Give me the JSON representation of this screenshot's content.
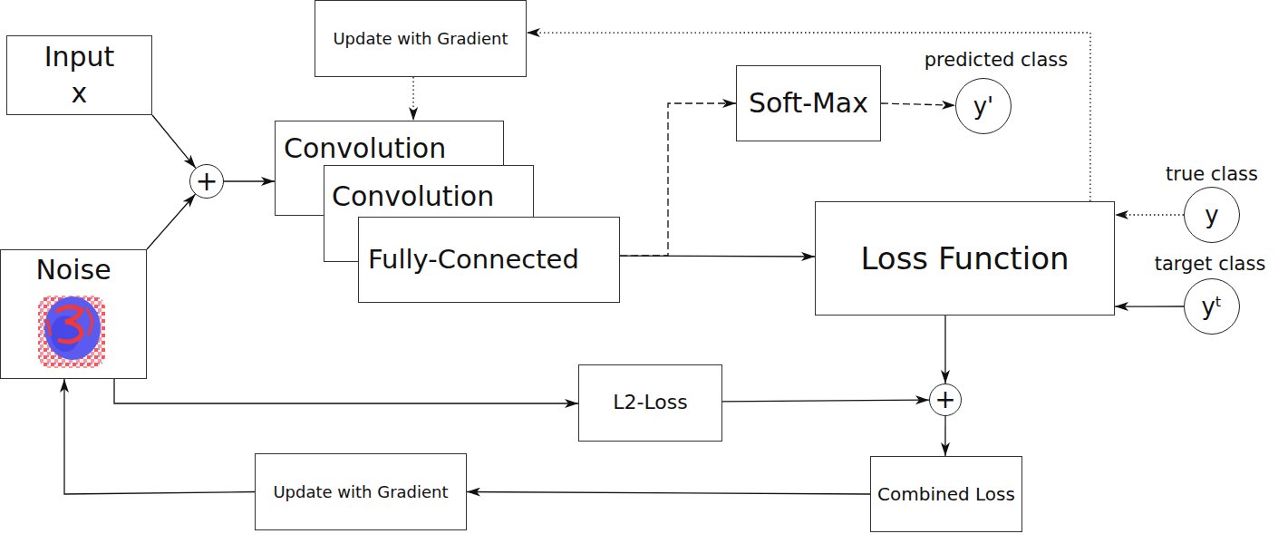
{
  "diagram": {
    "nodes": [
      {
        "text": [
          "Input x"
        ]
      },
      {
        "text": [
          "Update with Gradient"
        ]
      },
      {
        "text": [
          "+"
        ]
      },
      {
        "text": [
          "Convolution"
        ]
      },
      {
        "text": [
          "Convolution"
        ]
      },
      {
        "text": [
          "Fully-Connected"
        ]
      },
      {
        "text": [
          "Soft-Max"
        ]
      },
      {
        "text": [
          "predicted class",
          "y'"
        ]
      },
      {
        "text": [
          "Loss Function"
        ]
      },
      {
        "text": [
          "true class",
          "y"
        ]
      },
      {
        "text": [
          "target class",
          "yᵗ"
        ]
      },
      {
        "text": [
          "Noise"
        ]
      },
      {
        "text": [
          "L2-Loss"
        ]
      },
      {
        "text": [
          "+"
        ]
      },
      {
        "text": [
          "Combined Loss"
        ]
      },
      {
        "text": [
          "Update with Gradient"
        ]
      }
    ],
    "edges": [
      {
        "from": 0,
        "to": 2,
        "arrow": "to"
      },
      {
        "from": 11,
        "to": 2,
        "arrow": "to"
      },
      {
        "from": 2,
        "to": 3,
        "arrow": "to"
      },
      {
        "from": 1,
        "to": 3,
        "arrow": "to"
      },
      {
        "from": 5,
        "to": 6,
        "arrow": "to"
      },
      {
        "from": 5,
        "to": 8,
        "arrow": "to"
      },
      {
        "from": 6,
        "to": 7,
        "arrow": "to"
      },
      {
        "from": 8,
        "to": 1,
        "arrow": "to"
      },
      {
        "from": 9,
        "to": 8,
        "arrow": "to"
      },
      {
        "from": 10,
        "to": 8,
        "arrow": "to"
      },
      {
        "from": 11,
        "to": 12,
        "arrow": "to"
      },
      {
        "from": 12,
        "to": 13,
        "arrow": "to"
      },
      {
        "from": 8,
        "to": 13,
        "arrow": "to"
      },
      {
        "from": 13,
        "to": 14,
        "arrow": "to"
      },
      {
        "from": 14,
        "to": 15,
        "arrow": "to"
      },
      {
        "from": 15,
        "to": 11,
        "arrow": "to"
      }
    ]
  }
}
